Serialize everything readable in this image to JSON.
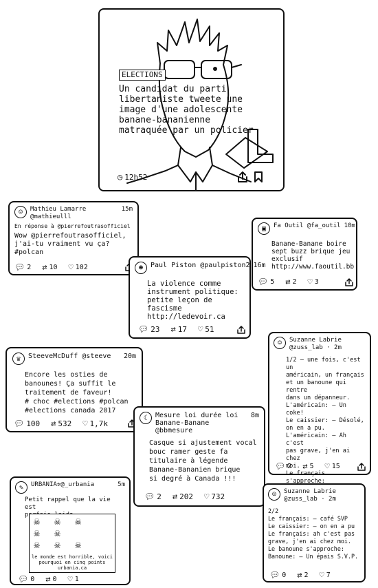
{
  "main": {
    "tag": "ELECTIONS",
    "headline": "Un candidat du parti libertaniste tweete une image d'une adolescente banane-bananienne matraquée par un policier",
    "time": "12h52"
  },
  "tweets": [
    {
      "name": "Mathieu Lamarre",
      "handle": "@mathieulll",
      "time": "15m",
      "reply": "En réponse à @pierrefoutrasofficiel",
      "text": "Wow @pierrefoutrasofficiel,\nj'ai-tu vraiment vu ça?\n#polcan",
      "replies": "2",
      "retweets": "10",
      "likes": "102"
    },
    {
      "name": "Fa Outil",
      "handle": "@fa_outil",
      "time": "10m",
      "text": "Banane-Banane boire\nsept buzz brique jeu\nexclusif\nhttp://www.faoutil.bb",
      "replies": "5",
      "retweets": "2",
      "likes": "3"
    },
    {
      "name": "Paul Piston",
      "handle": "@paulpiston2",
      "time": "16m",
      "text": "La violence comme\ninstrument politique:\npetite leçon de\nfascisme\nhttp://ledevoir.ca",
      "replies": "23",
      "retweets": "17",
      "likes": "51"
    },
    {
      "name": "SteeveMcDuff",
      "handle": "@steeve",
      "time": "20m",
      "text": "Encore les osties de\nbanounes! Ça suffit le\ntraitement de faveur!\n# choc #elections #polcan\n#elections canada 2017",
      "replies": "100",
      "retweets": "532",
      "likes": "1,7k"
    },
    {
      "name": "Suzanne Labrie",
      "handle": "@zuss_lab",
      "time": "2m",
      "text": "1/2 – une fois, c'est un\naméricain, un français\net un banoune qui rentre\ndans un dépanneur.\nL'américain: – Un coke!\nLe caissier: – Désolé,\non en a pu.\nL'américain: – Ah c'est\npas grave, j'en ai chez\nmoi.\nLe français s'approche:\n(suite)",
      "replies": "2",
      "retweets": "5",
      "likes": "15"
    },
    {
      "name": "Mesure loi durée loi",
      "name2": "Banane-Banane",
      "handle": "@bbmesure",
      "time": "8m",
      "text": "Casque si ajustement vocal\nbouc ramer geste fa\ntitulaire à légende\nBanane-Bananien brique\nsi degré à Canada !!!",
      "replies": "2",
      "retweets": "202",
      "likes": "732"
    },
    {
      "name": "URBANIA",
      "handle": "@_urbania",
      "time": "5m",
      "text": "Petit rappel que la vie est\nparfois laide.",
      "caption": "le monde est horrible, voici\npourquoi en cinq points\nurbania.ca",
      "replies": "0",
      "retweets": "0",
      "likes": "1"
    },
    {
      "name": "Suzanne Labrie",
      "handle": "@zuss_lab",
      "time": "2m",
      "text": "2/2\nLe français: – café SVP\nLe caissier: – on en a pu\nLe français: ah c'est pas\ngrave, j'en ai chez moi.\nLe banoune s'approche:\nBanoune: – Un épais S.V.P.",
      "replies": "0",
      "retweets": "2",
      "likes": "7"
    }
  ]
}
